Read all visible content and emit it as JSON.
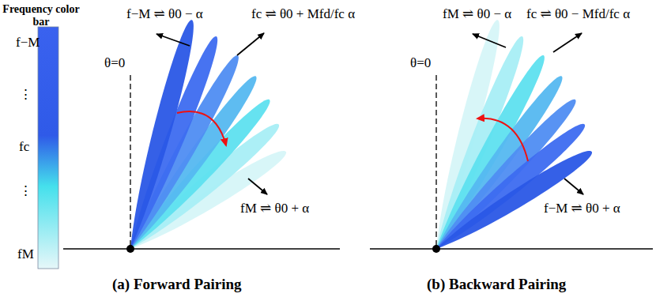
{
  "diagram": {
    "labels": [
      "Frequency color bar",
      "f−M",
      "⋮",
      "fc",
      "⋮",
      "fM",
      "θ=0",
      "f−M ⇌ θ0 − α",
      "fc ⇌ θ0 + Mfd/fc α",
      "fM ⇌ θ0 + α",
      "(a) Forward Pairing",
      "θ=0",
      "fM ⇌ θ0 − α",
      "fc ⇌ θ0 − Mfd/fc α",
      "f−M ⇌ θ0 + α",
      "(b) Backward Pairing"
    ]
  }
}
